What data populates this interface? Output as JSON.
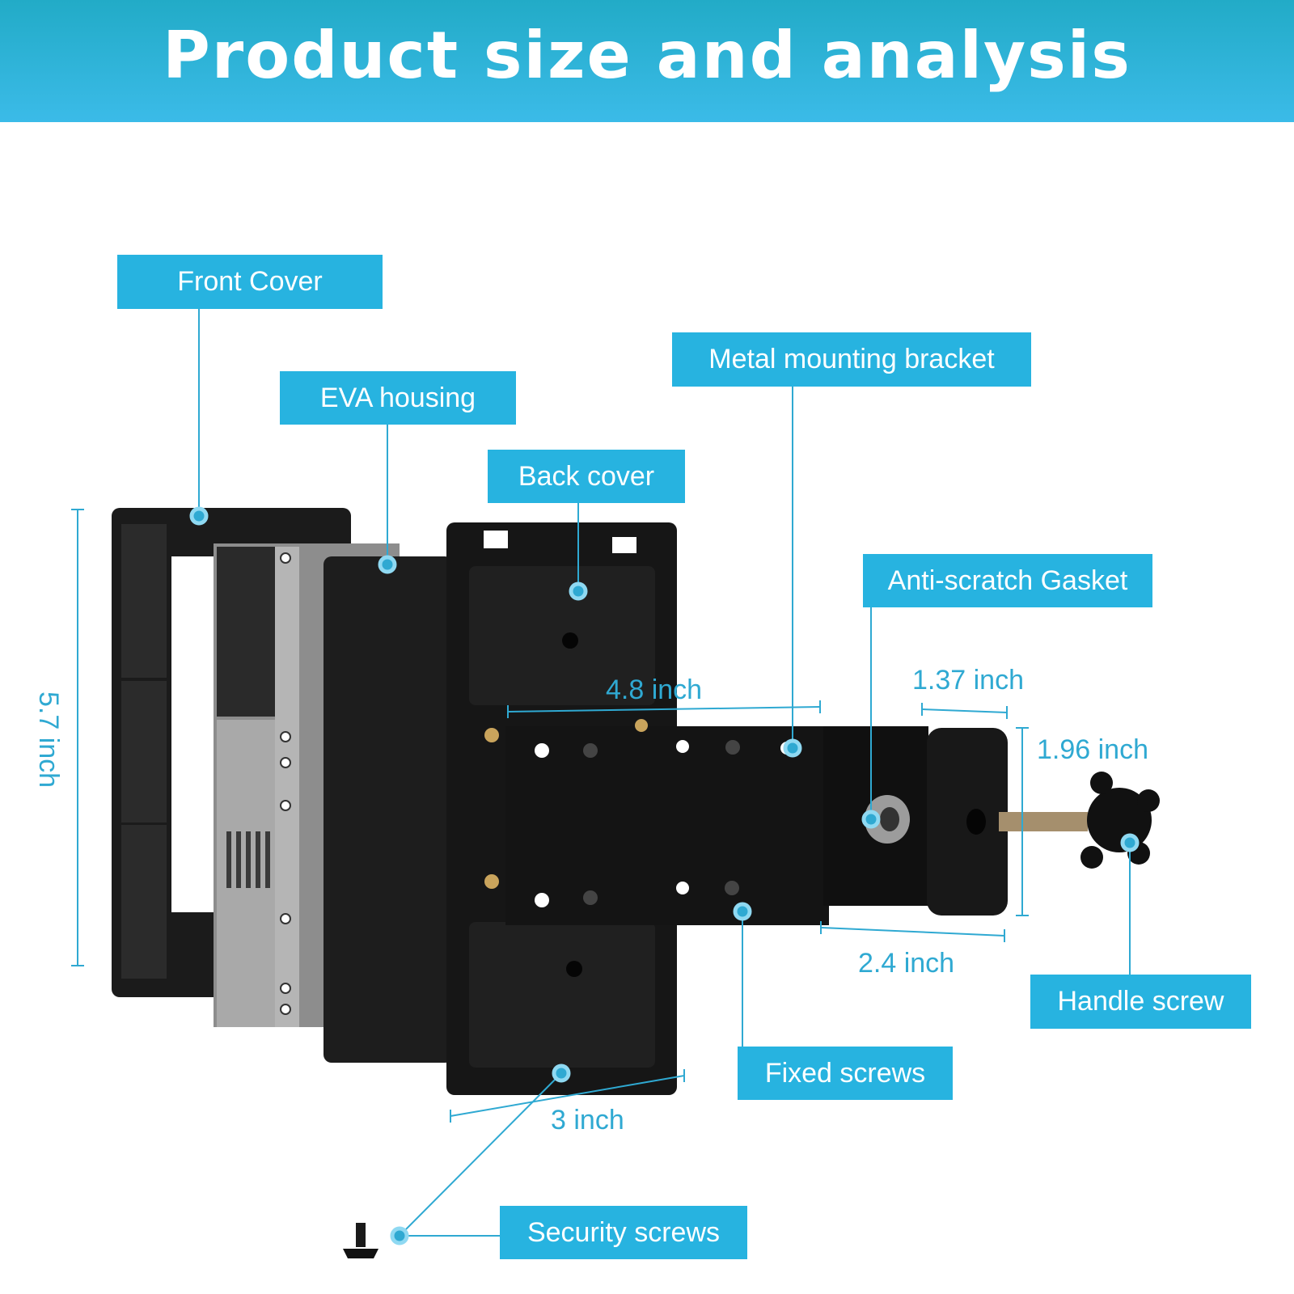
{
  "banner": {
    "title": "Product size and analysis"
  },
  "callouts": {
    "front_cover": "Front Cover",
    "eva_housing": "EVA housing",
    "back_cover": "Back cover",
    "metal_bracket": "Metal mounting bracket",
    "gasket": "Anti-scratch Gasket",
    "handle_screw": "Handle screw",
    "fixed_screws": "Fixed screws",
    "security_screws": "Security screws"
  },
  "dimensions": {
    "height": "5.7 inch",
    "width_main": "4.8 inch",
    "clamp_depth": "1.37 inch",
    "clamp_height": "1.96 inch",
    "clamp_length": "2.4 inch",
    "back_width": "3 inch"
  },
  "colors": {
    "accent": "#27b3e0",
    "dimension_text": "#2fa9d2",
    "banner": "#3bbbe8"
  }
}
